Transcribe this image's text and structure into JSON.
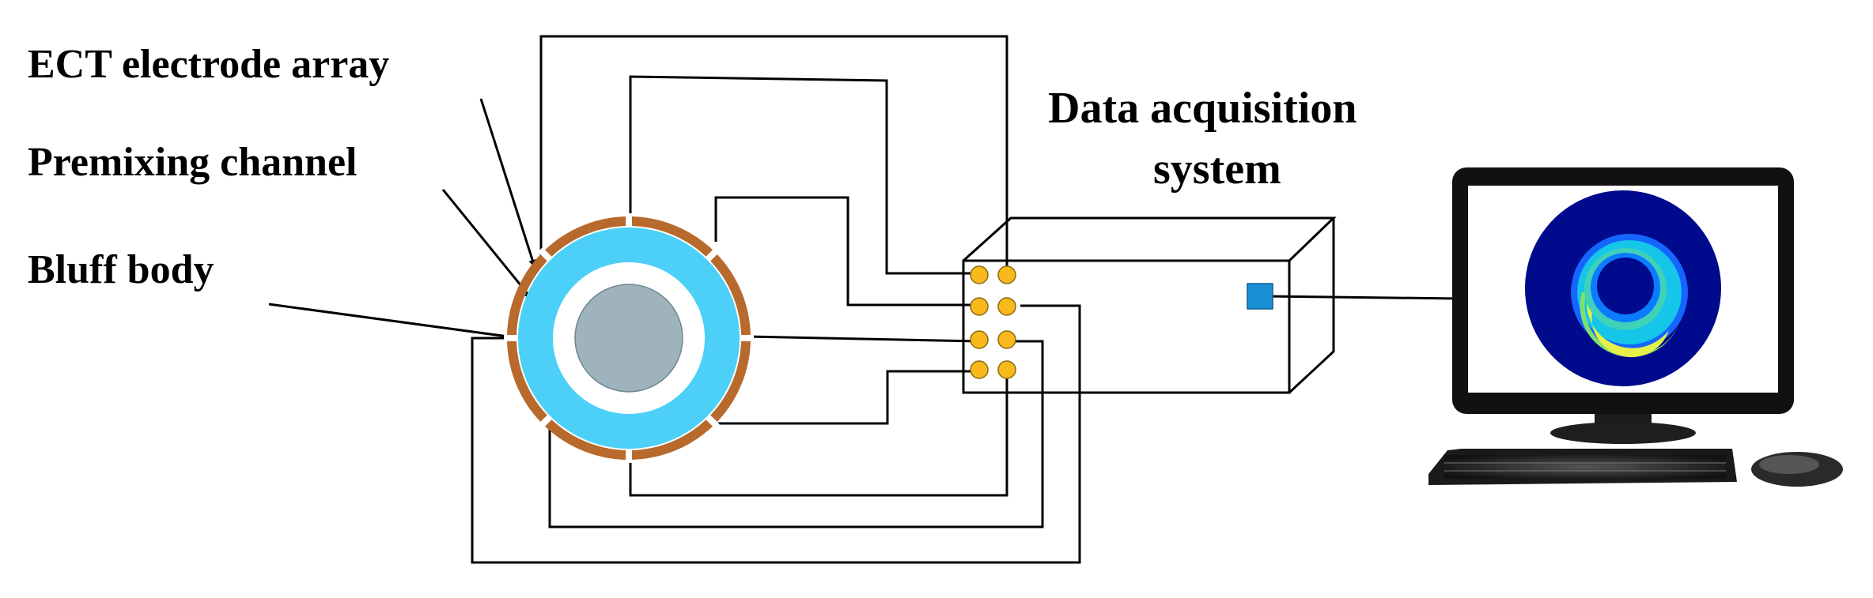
{
  "labels": {
    "ect_electrode_array": "ECT electrode array",
    "premixing_channel": "Premixing channel",
    "bluff_body": "Bluff body",
    "daq_line1": "Data acquisition",
    "daq_line2": "system"
  },
  "colors": {
    "channel_fill": "#4dd0f7",
    "electrode_fill": "#b8692c",
    "bluff_body_fill": "#9eb3bb",
    "connector_fill": "#f9b81b",
    "port_fill": "#1a8fd6",
    "image_background": "#000a8c"
  },
  "icons": {
    "computer": "monitor-with-keyboard-and-mouse"
  }
}
